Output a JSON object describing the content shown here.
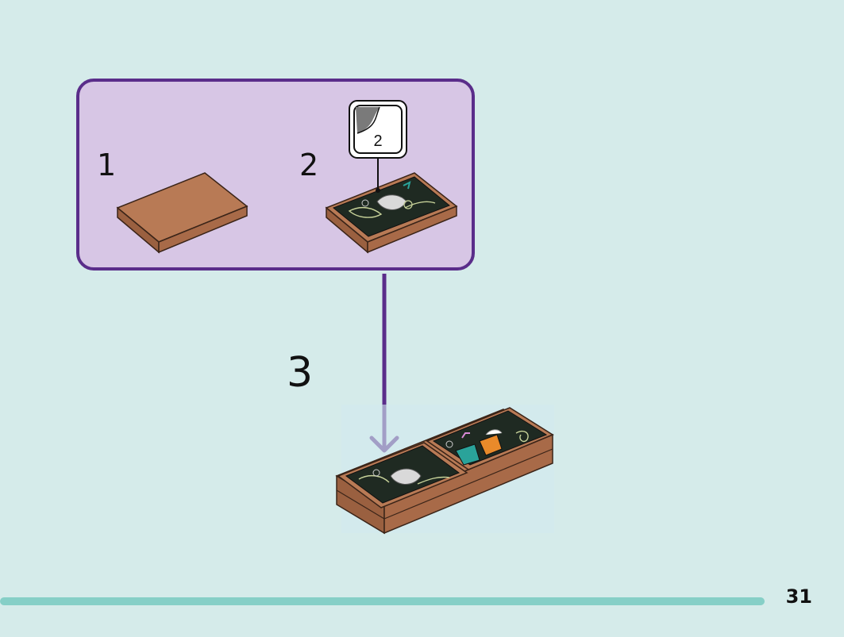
{
  "substeps": [
    {
      "number": "1"
    },
    {
      "number": "2",
      "sticker_number": "2"
    }
  ],
  "main_step": {
    "number": "3"
  },
  "page": {
    "number": "31",
    "progress": 0.906
  },
  "colors": {
    "background": "#d5ebea",
    "substep_box_fill": "#d7c6e5",
    "substep_box_border": "#5a2d8a",
    "arrow": "#5a2d8a",
    "tile_brown": "#b87a55",
    "progress_bar": "#86cfc7"
  }
}
